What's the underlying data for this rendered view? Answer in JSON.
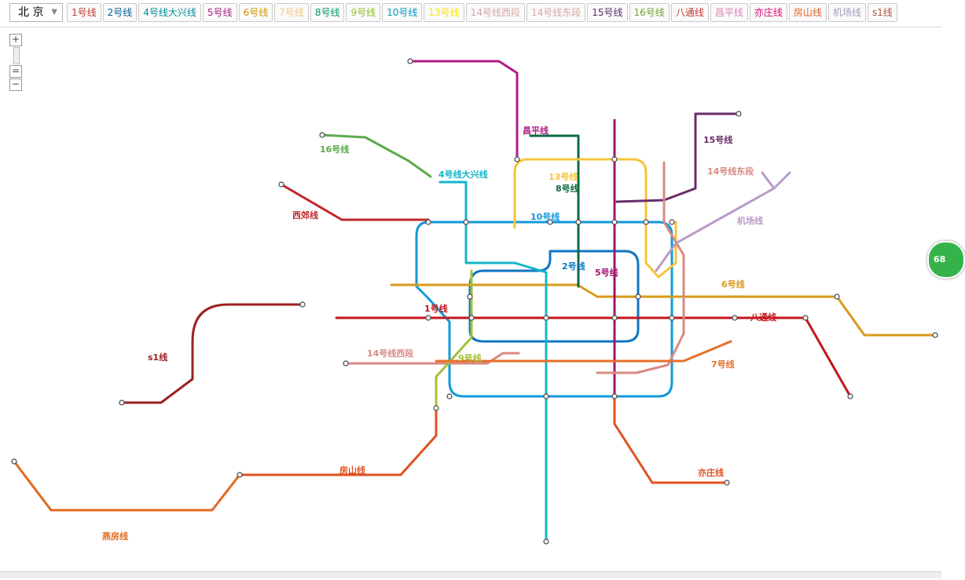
{
  "city_select": {
    "value": "北 京"
  },
  "line_buttons": [
    {
      "label": "1号线",
      "color": "#c23a30"
    },
    {
      "label": "2号线",
      "color": "#006098"
    },
    {
      "label": "4号线大兴线",
      "color": "#008e9c"
    },
    {
      "label": "5号线",
      "color": "#a6217f"
    },
    {
      "label": "6号线",
      "color": "#d29700"
    },
    {
      "label": "7号线",
      "color": "#f6c582"
    },
    {
      "label": "8号线",
      "color": "#009b6b"
    },
    {
      "label": "9号线",
      "color": "#8fc31f"
    },
    {
      "label": "10号线",
      "color": "#009bc0"
    },
    {
      "label": "13号线",
      "color": "#f9e700"
    },
    {
      "label": "14号线西段",
      "color": "#d5a7a1"
    },
    {
      "label": "14号线东段",
      "color": "#d5a7a1"
    },
    {
      "label": "15号线",
      "color": "#5b2c68"
    },
    {
      "label": "16号线",
      "color": "#76a32e"
    },
    {
      "label": "八通线",
      "color": "#c23a30"
    },
    {
      "label": "昌平线",
      "color": "#de82b2"
    },
    {
      "label": "亦庄线",
      "color": "#e40077"
    },
    {
      "label": "房山线",
      "color": "#e46022"
    },
    {
      "label": "机场线",
      "color": "#a29bbb"
    },
    {
      "label": "s1线",
      "color": "#a9573c"
    }
  ],
  "zoom": {
    "in_label": "+",
    "out_label": "−"
  },
  "badge_text": "68",
  "map_labels": {
    "line1": "1号线",
    "line2": "2号线",
    "line4": "4号线大兴线",
    "line5": "5号线",
    "line6": "6号线",
    "line7": "7号线",
    "line8": "8号线",
    "line9": "9号线",
    "line10": "10号线",
    "line13": "13号线",
    "line14w": "14号线西段",
    "line14e": "14号线东段",
    "line15": "15号线",
    "line16": "16号线",
    "batong": "八通线",
    "changping": "昌平线",
    "yizhuang": "亦庄线",
    "fangshan": "房山线",
    "airport": "机场线",
    "s1": "s1线",
    "xijiao": "西郊线",
    "yanfang": "燕房线"
  },
  "line_colors": {
    "l1": "#c2161e",
    "l2": "#0f76c2",
    "l4": "#14b5c9",
    "l5": "#a0156f",
    "l6": "#d99a19",
    "l7": "#e8702a",
    "l8": "#0c6b3f",
    "l9": "#a3c235",
    "l10": "#1398db",
    "l13": "#f5c43c",
    "l14": "#d98a82",
    "l15": "#6a2b6b",
    "l16": "#5daa4c",
    "batong": "#c2161e",
    "changping": "#b01a86",
    "yizhuang": "#e0511f",
    "fangshan": "#e0511f",
    "airport": "#b89bc6",
    "s1": "#9c2020",
    "xijiao": "#c0282a",
    "yanfang": "#e06a1f"
  }
}
